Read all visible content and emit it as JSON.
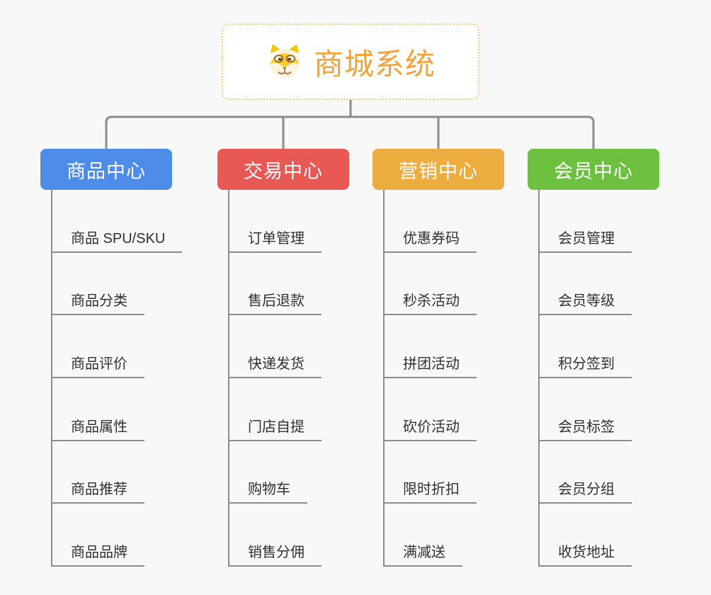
{
  "canvas": {
    "bg": "#f8f8f8",
    "line_color": "#8c8c8c",
    "item_text_color": "#303030"
  },
  "root": {
    "title": "商城系统",
    "icon": "dog-face-icon",
    "text_color": "#f2a43b",
    "border_color": "#f6c97d",
    "bg": "#ffffff"
  },
  "branches": [
    {
      "label": "商品中心",
      "color": "#4d8de9",
      "children": [
        "商品 SPU/SKU",
        "商品分类",
        "商品评价",
        "商品属性",
        "商品推荐",
        "商品品牌"
      ]
    },
    {
      "label": "交易中心",
      "color": "#e85955",
      "children": [
        "订单管理",
        "售后退款",
        "快递发货",
        "门店自提",
        "购物车",
        "销售分佣"
      ]
    },
    {
      "label": "营销中心",
      "color": "#edac3e",
      "children": [
        "优惠券码",
        "秒杀活动",
        "拼团活动",
        "砍价活动",
        "限时折扣",
        "满减送"
      ]
    },
    {
      "label": "会员中心",
      "color": "#6ec140",
      "children": [
        "会员管理",
        "会员等级",
        "积分签到",
        "会员标签",
        "会员分组",
        "收货地址"
      ]
    }
  ]
}
